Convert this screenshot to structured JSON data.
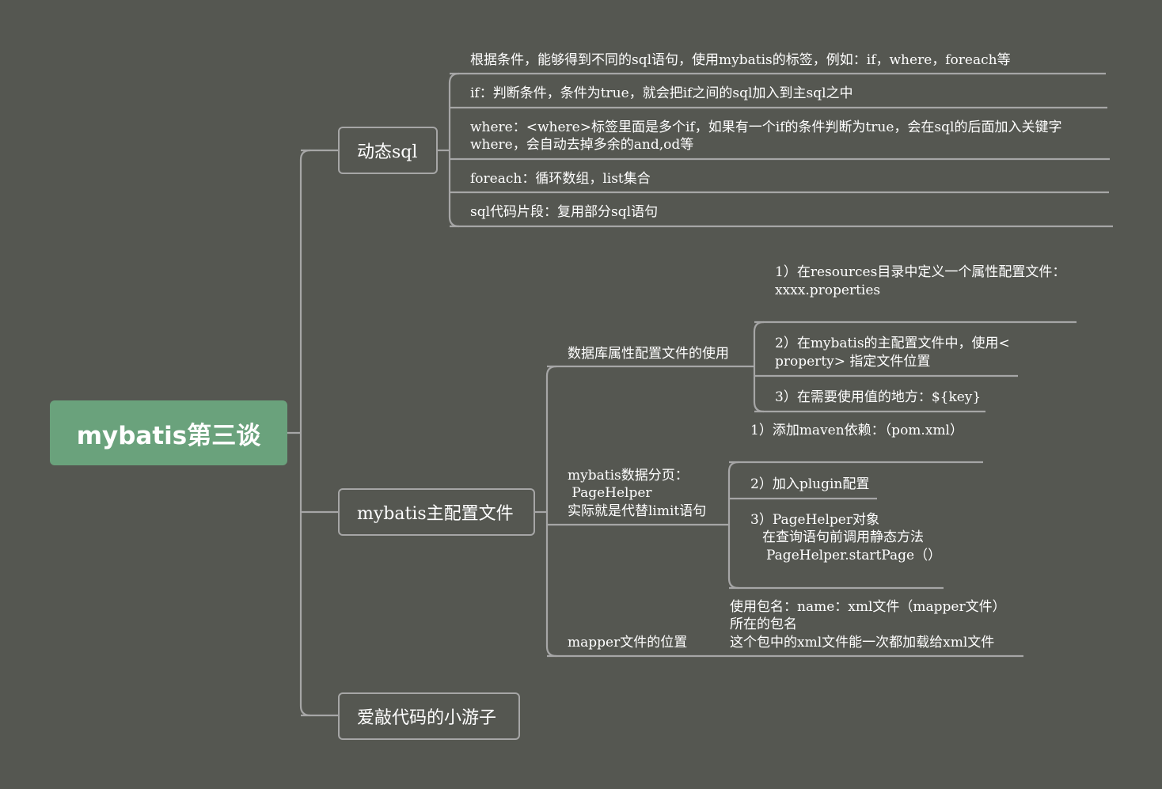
{
  "root": {
    "label": "mybatis第三谈"
  },
  "branches": {
    "dynamic_sql": {
      "label": "动态sql",
      "items": [
        "根据条件，能够得到不同的sql语句，使用mybatis的标签，例如：if，where，foreach等",
        "if：判断条件，条件为true，就会把if之间的sql加入到主sql之中",
        "where：<where>标签里面是多个if，如果有一个if的条件判断为true，会在sql的后面加入关键字",
        "where，会自动去掉多余的and,od等",
        "foreach：循环数组，list集合",
        "sql代码片段：复用部分sql语句"
      ]
    },
    "main_config": {
      "label": "mybatis主配置文件",
      "db_props": {
        "label": "数据库属性配置文件的使用",
        "steps": [
          "1）在resources目录中定义一个属性配置文件：",
          "xxxx.properties",
          "2）在mybatis的主配置文件中，使用<",
          "property> 指定文件位置",
          "3）在需要使用值的地方：${key}"
        ]
      },
      "paging": {
        "label_lines": [
          "mybatis数据分页：",
          " PageHelper",
          "实际就是代替limit语句"
        ],
        "steps": [
          "1）添加maven依赖：（pom.xml）",
          "2）加入plugin配置",
          "3）PageHelper对象",
          "在查询语句前调用静态方法",
          "PageHelper.startPage（）"
        ]
      },
      "mapper": {
        "label": "mapper文件的位置",
        "desc": [
          "使用包名：name：xml文件（mapper文件）",
          "所在的包名",
          "这个包中的xml文件能一次都加载给xml文件"
        ]
      }
    },
    "author": {
      "label": "爱敲代码的小游子"
    }
  }
}
